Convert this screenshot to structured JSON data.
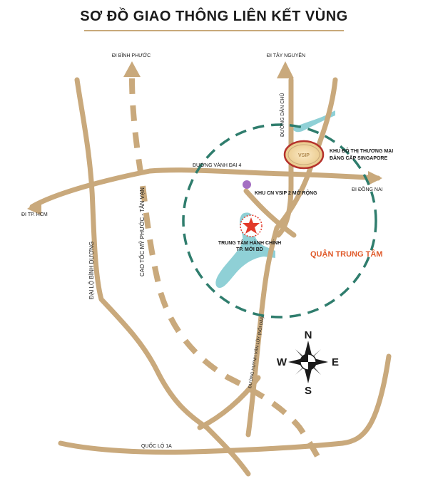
{
  "title": "SƠ ĐỒ GIAO THÔNG LIÊN KẾT VÙNG",
  "colors": {
    "road": "#c9a97c",
    "ring": "#2f7d6d",
    "river": "#8fd0d6",
    "star": "#e23a2a",
    "marker": "#a46fc2",
    "accent_text": "#e05a2a"
  },
  "labels": {
    "binh_phuoc": "ĐI BÌNH PHƯỚC",
    "tay_nguyen": "ĐI TÂY NGUYÊN",
    "dan_chu": "ĐƯỜNG DÂN CHỦ",
    "vanh_dai_4": "ĐƯỜNG VÀNH ĐAI 4",
    "tp_hcm": "ĐI TP. HCM",
    "dong_nai": "ĐI ĐỒNG NAI",
    "vsip2": "KHU CN VSIP 2 MỞ RỘNG",
    "urban_line1": "KHU ĐÔ THỊ THƯƠNG MẠI",
    "urban_line2": "ĐẲNG CẤP SINGAPORE",
    "admin_line1": "TRUNG TÂM HÀNH CHÍNH",
    "admin_line2": "TP. MỚI BD",
    "central": "QUẬN TRUNG TÂM",
    "binh_duong_blvd": "ĐẠI LỘ BÌNH DƯƠNG",
    "expressway": "CAO TỐC MỸ PHƯỚC - TÂN VẠN",
    "huynh_van_luy": "ĐƯỜNG HUỲNH VĂN LŨY (NỐI DÀI)",
    "ql1a": "QUỐC LỘ 1A",
    "logo": "VSIP"
  },
  "compass": {
    "n": "N",
    "s": "S",
    "e": "E",
    "w": "W"
  }
}
